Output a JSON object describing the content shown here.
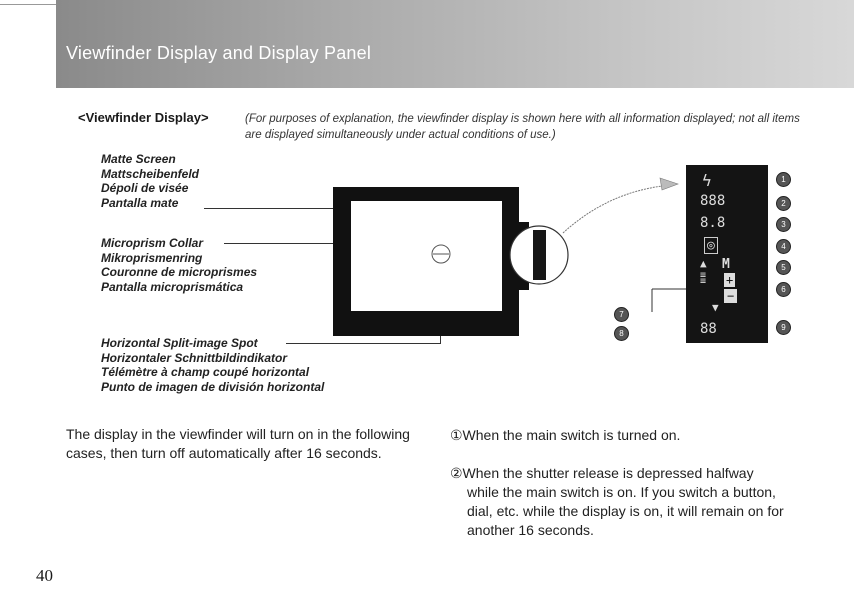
{
  "header": {
    "title": "Viewfinder Display and Display Panel"
  },
  "section": {
    "heading": "<Viewfinder Display>",
    "intro": "(For purposes of explanation, the viewfinder display is shown here with all information displayed; not all items are displayed simultaneously under actual conditions of use.)"
  },
  "labels": {
    "matte": [
      "Matte Screen",
      "Mattscheibenfeld",
      "Dépoli de visée",
      "Pantalla mate"
    ],
    "microprism": [
      "Microprism Collar",
      "Mikroprismenring",
      "Couronne de microprismes",
      "Pantalla microprismática"
    ],
    "split": [
      "Horizontal Split-image Spot",
      "Horizontaler Schnittbildindikator",
      "Télémètre à champ coupé horizontal",
      "Punto de imagen de división horizontal"
    ]
  },
  "panel": {
    "flash_glyph": "ϟ",
    "digits_1": "888",
    "digits_2": "8.8",
    "mode": "M",
    "plus": "+",
    "minus": "−",
    "digits_3": "88",
    "callouts": [
      "1",
      "2",
      "3",
      "4",
      "5",
      "6",
      "7",
      "8",
      "9"
    ]
  },
  "body": {
    "left": "The display in the viewfinder will turn on in the following cases, then turn off automatically after 16 seconds.",
    "item1": "①When the main switch is turned on.",
    "item2_line1": "②When the shutter release is depressed halfway",
    "item2_rest": "while the main switch is on. If you switch a button, dial, etc. while the display is on, it will remain on for another 16 seconds."
  },
  "page_number": "40"
}
